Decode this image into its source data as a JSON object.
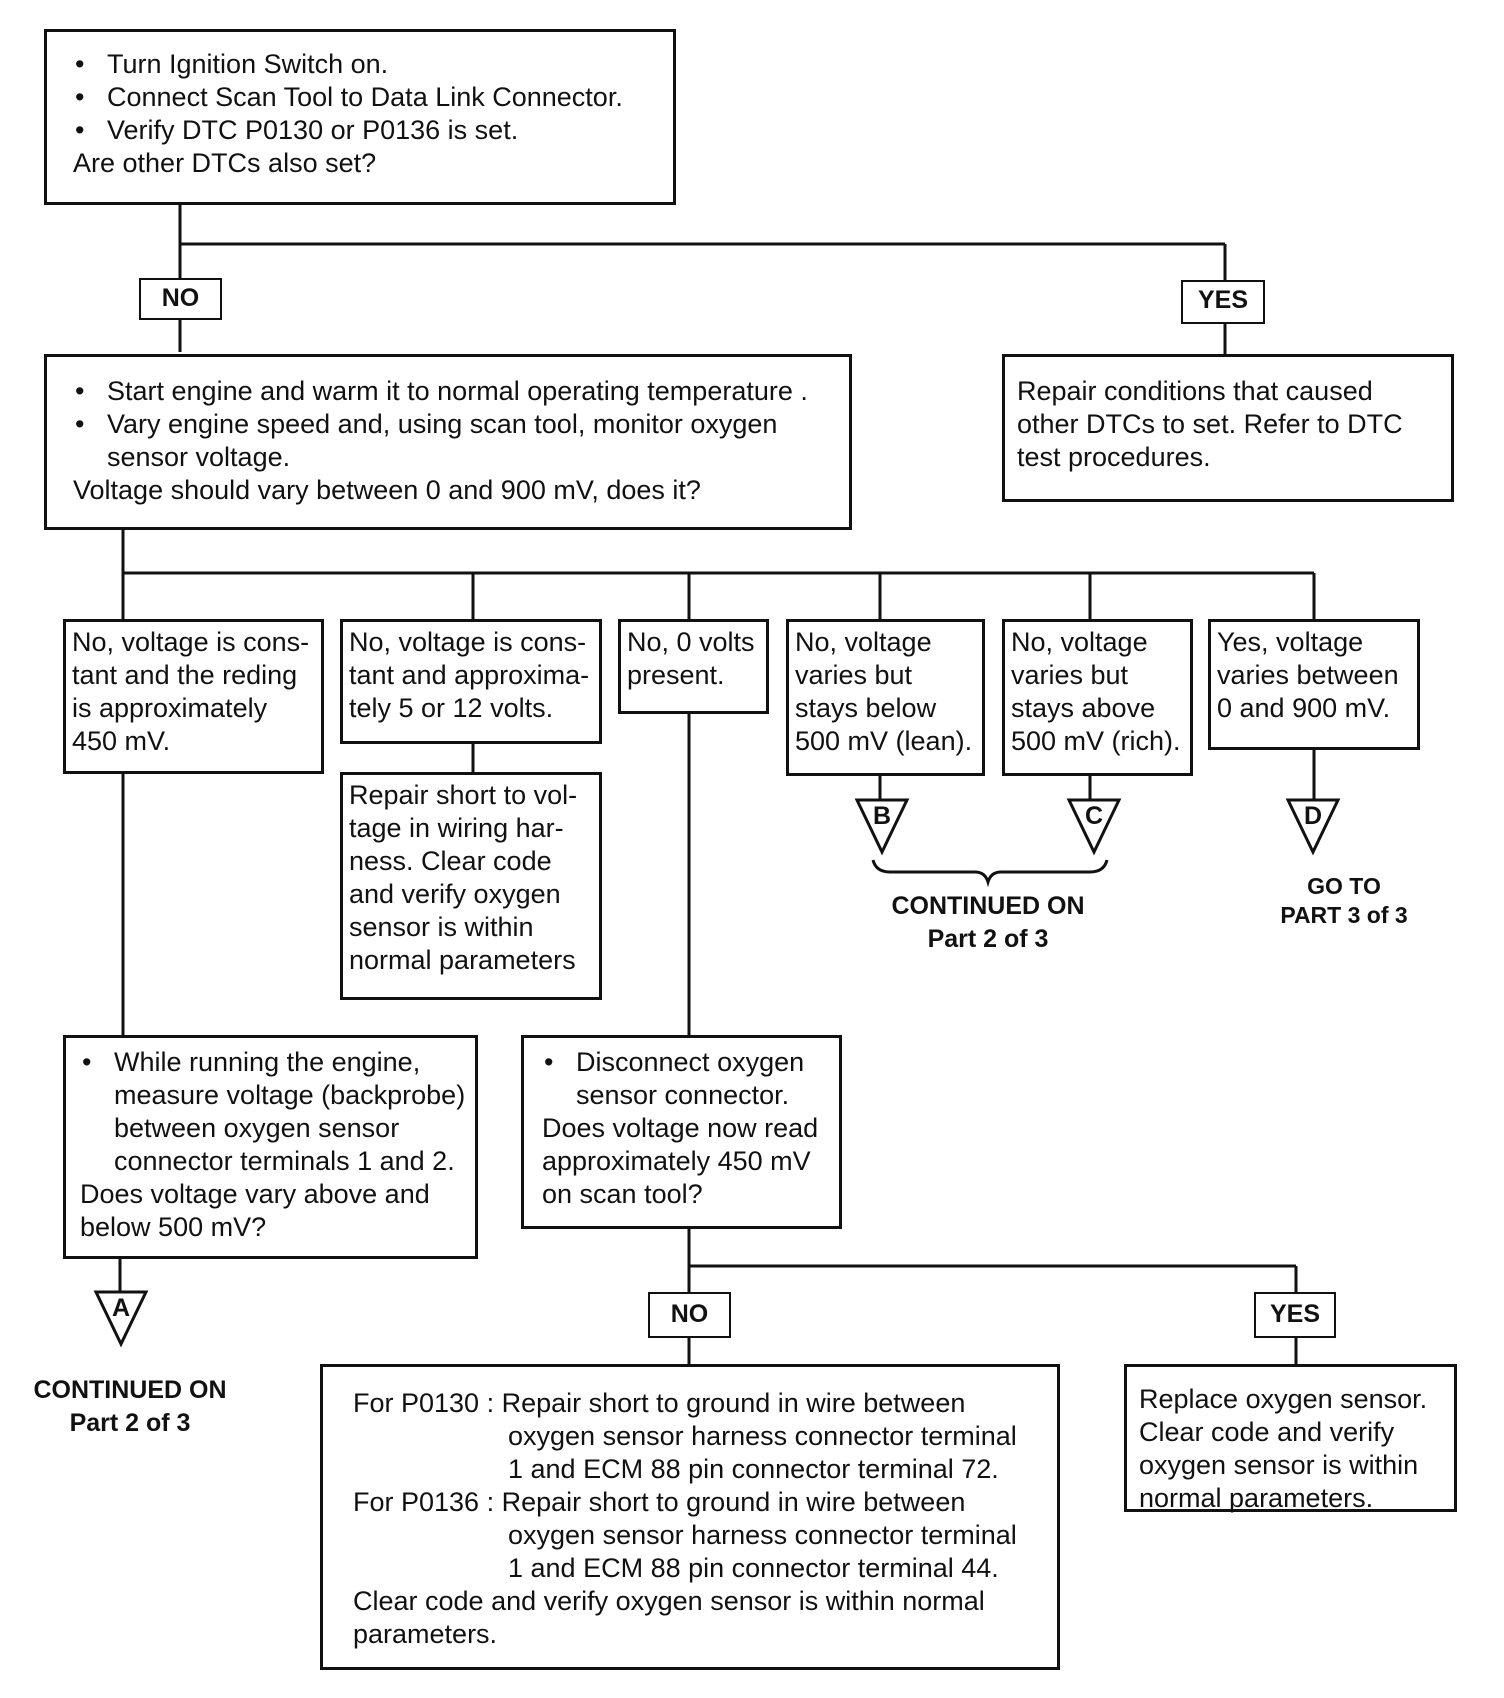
{
  "start_box": {
    "bullets": [
      "Turn Ignition Switch on.",
      "Connect Scan Tool to Data Link Connector.",
      "Verify DTC P0130 or P0136 is set."
    ],
    "question": "Are other DTCs also set?"
  },
  "branch1": {
    "no_label": "NO",
    "yes_label": "YES"
  },
  "check_box": {
    "bullet1": "Start engine and warm it to normal operating temperature .",
    "bullet2_line1": "Vary engine speed and, using scan tool, monitor oxygen",
    "bullet2_line2": "sensor voltage.",
    "question": "Voltage should vary between 0 and 900 mV, does it?"
  },
  "repair_other_box": {
    "lines": [
      "Repair conditions that caused",
      "other DTCs to set. Refer to DTC",
      "test procedures."
    ]
  },
  "options": [
    {
      "lines": [
        "No, voltage is cons-",
        "tant and the reding",
        "is approximately",
        "450 mV."
      ]
    },
    {
      "lines": [
        "No, voltage is cons-",
        "tant and approxima-",
        "tely 5 or 12 volts."
      ]
    },
    {
      "lines": [
        "No, 0 volts",
        "present."
      ]
    },
    {
      "lines": [
        "No, voltage",
        "varies but",
        "stays below",
        "500 mV (lean)."
      ]
    },
    {
      "lines": [
        "No, voltage",
        "varies but",
        "stays above",
        "500 mV (rich)."
      ]
    },
    {
      "lines": [
        "Yes, voltage",
        "varies between",
        "0 and 900 mV."
      ]
    }
  ],
  "repair_short_voltage": {
    "lines": [
      "Repair short to vol-",
      "tage in wiring  har-",
      "ness. Clear code",
      "and verify oxygen",
      "sensor is within",
      "normal parameters"
    ]
  },
  "connectors": {
    "a": "A",
    "b": "B",
    "c": "C",
    "d": "D"
  },
  "continued_bc": {
    "line1": "CONTINUED ON",
    "line2": "Part 2 of 3"
  },
  "goto_d": {
    "line1": "GO TO",
    "line2": "PART 3 of 3"
  },
  "continued_a": {
    "line1": "CONTINUED ON",
    "line2": "Part 2 of 3"
  },
  "measure_box": {
    "bullet_lines": [
      "While running the engine,",
      "measure voltage (backprobe)",
      "between oxygen sensor",
      "connector terminals 1 and 2."
    ],
    "question_lines": [
      "Does voltage vary above and",
      "below 500 mV?"
    ]
  },
  "disconnect_box": {
    "bullet_lines": [
      "Disconnect oxygen",
      "sensor connector."
    ],
    "question_lines": [
      "Does voltage now read",
      "approximately 450 mV",
      "on scan tool?"
    ]
  },
  "branch2": {
    "no_label": "NO",
    "yes_label": "YES"
  },
  "repair_ground_box": {
    "p0130_prefix": "For P0130 :",
    "p0130_lines": [
      "Repair short to ground in wire between",
      "oxygen sensor harness connector terminal",
      "1 and ECM 88 pin connector terminal 72."
    ],
    "p0136_prefix": "For P0136 :",
    "p0136_lines": [
      "Repair short to ground in wire between",
      "oxygen sensor harness connector terminal",
      "1 and ECM 88 pin connector terminal 44."
    ],
    "footer_lines": [
      "Clear code and verify oxygen sensor is within normal",
      "parameters."
    ]
  },
  "replace_box": {
    "lines": [
      "Replace oxygen sensor.",
      "Clear code and verify",
      "oxygen sensor  is within",
      "normal parameters."
    ]
  }
}
